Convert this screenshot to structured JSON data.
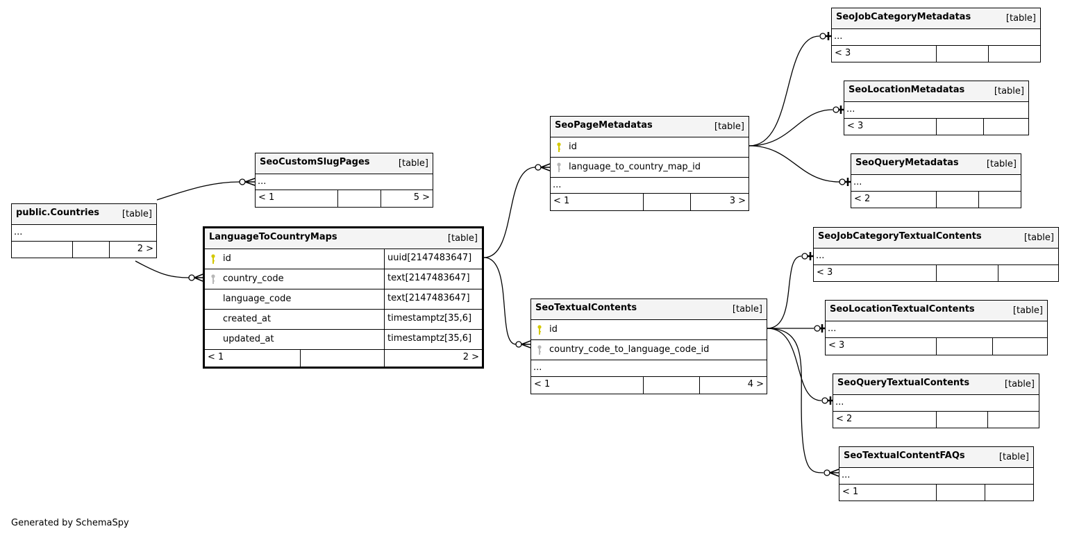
{
  "footer": "Generated by SchemaSpy",
  "colors": {
    "primary_key": "#d4c800",
    "foreign_key": "#b8b8b8",
    "header_bg": "#f4f4f4"
  },
  "tables": {
    "countries": {
      "name": "public.Countries",
      "type": "[table]",
      "ellipsis": "...",
      "footer": [
        "",
        "",
        "2 >"
      ]
    },
    "custom_slug": {
      "name": "SeoCustomSlugPages",
      "type": "[table]",
      "ellipsis": "...",
      "footer": [
        "< 1",
        "",
        "5 >"
      ]
    },
    "ltcm": {
      "name": "LanguageToCountryMaps",
      "type": "[table]",
      "columns": [
        {
          "name": "id",
          "type": "uuid[2147483647]",
          "key": "primary"
        },
        {
          "name": "country_code",
          "type": "text[2147483647]",
          "key": "foreign"
        },
        {
          "name": "language_code",
          "type": "text[2147483647]",
          "key": ""
        },
        {
          "name": "created_at",
          "type": "timestamptz[35,6]",
          "key": ""
        },
        {
          "name": "updated_at",
          "type": "timestamptz[35,6]",
          "key": ""
        }
      ],
      "footer": [
        "< 1",
        "",
        "2 >"
      ]
    },
    "page_meta": {
      "name": "SeoPageMetadatas",
      "type": "[table]",
      "columns": [
        {
          "name": "id",
          "key": "primary"
        },
        {
          "name": "language_to_country_map_id",
          "key": "foreign"
        }
      ],
      "ellipsis": "...",
      "footer": [
        "< 1",
        "",
        "3 >"
      ]
    },
    "textual": {
      "name": "SeoTextualContents",
      "type": "[table]",
      "columns": [
        {
          "name": "id",
          "key": "primary"
        },
        {
          "name": "country_code_to_language_code_id",
          "key": "foreign"
        }
      ],
      "ellipsis": "...",
      "footer": [
        "< 1",
        "",
        "4 >"
      ]
    },
    "job_meta": {
      "name": "SeoJobCategoryMetadatas",
      "type": "[table]",
      "ellipsis": "...",
      "footer": [
        "< 3",
        "",
        ""
      ]
    },
    "loc_meta": {
      "name": "SeoLocationMetadatas",
      "type": "[table]",
      "ellipsis": "...",
      "footer": [
        "< 3",
        "",
        ""
      ]
    },
    "query_meta": {
      "name": "SeoQueryMetadatas",
      "type": "[table]",
      "ellipsis": "...",
      "footer": [
        "< 2",
        "",
        ""
      ]
    },
    "job_text": {
      "name": "SeoJobCategoryTextualContents",
      "type": "[table]",
      "ellipsis": "...",
      "footer": [
        "< 3",
        "",
        ""
      ]
    },
    "loc_text": {
      "name": "SeoLocationTextualContents",
      "type": "[table]",
      "ellipsis": "...",
      "footer": [
        "< 3",
        "",
        ""
      ]
    },
    "query_text": {
      "name": "SeoQueryTextualContents",
      "type": "[table]",
      "ellipsis": "...",
      "footer": [
        "< 2",
        "",
        ""
      ]
    },
    "faqs": {
      "name": "SeoTextualContentFAQs",
      "type": "[table]",
      "ellipsis": "...",
      "footer": [
        "< 1",
        "",
        ""
      ]
    }
  }
}
